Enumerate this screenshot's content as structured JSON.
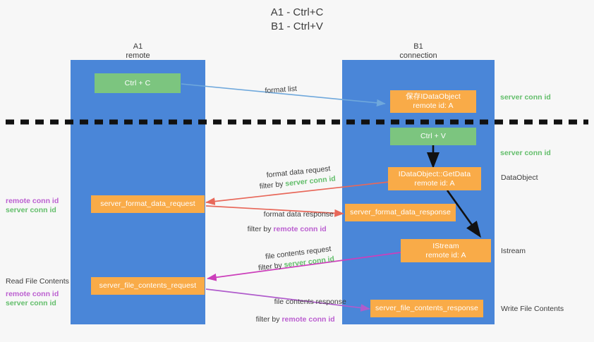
{
  "title": "A1 - Ctrl+C\nB1 - Ctrl+V",
  "lanes": [
    {
      "name": "A1",
      "sub": "remote",
      "header": "A1\nremote"
    },
    {
      "name": "B1",
      "sub": "connection",
      "header": "B1\nconnection"
    }
  ],
  "colors": {
    "lane": "#4a86d8",
    "orange": "#f9ab48",
    "green_box": "#7cc57f",
    "green_text": "#63be6b",
    "purple_text": "#bb5fd0",
    "dark_text": "#3c3c3c",
    "arrow_blue": "#6fa8dc",
    "arrow_red": "#e8685a",
    "arrow_magenta": "#cc3fbb",
    "arrow_purple": "#b05ccc",
    "arrow_black": "#000000",
    "background": "#f7f7f7"
  },
  "boxes": {
    "ctrl_c": {
      "label": "Ctrl + C",
      "style": "green"
    },
    "ctrl_v": {
      "label": "Ctrl + V",
      "style": "green"
    },
    "save_idataobject": {
      "line1": "保存IDataObject",
      "line2": "remote id: A",
      "style": "orange"
    },
    "getdata": {
      "line1": "IDataObject::GetData",
      "line2": "remote id: A",
      "style": "orange"
    },
    "istream": {
      "line1": "IStream",
      "line2": "remote id: A",
      "style": "orange"
    },
    "server_format_data_request": {
      "label": "server_format_data_request",
      "style": "orange"
    },
    "server_format_data_response": {
      "label": "server_format_data_response",
      "style": "orange"
    },
    "server_file_contents_request": {
      "label": "server_file_contents_request",
      "style": "orange"
    },
    "server_file_contents_response": {
      "label": "server_file_contents_response",
      "style": "orange"
    }
  },
  "arrow_labels": {
    "format_list": "format list",
    "format_data_request": "format data request",
    "format_data_request_filter_prefix": "filter by ",
    "format_data_request_filter_value": "server conn id",
    "format_data_response": "format data response",
    "format_data_response_filter_prefix": "filter by ",
    "format_data_response_filter_value": "remote conn id",
    "file_contents_request": "file contents request",
    "file_contents_request_filter_prefix": "filter by ",
    "file_contents_request_filter_value": "server conn id",
    "file_contents_response": "file contents response",
    "file_contents_response_filter_prefix": "filter by ",
    "file_contents_response_filter_value": "remote conn id"
  },
  "right_labels": {
    "server_conn_id_top": "server conn id",
    "server_conn_id_mid": "server conn id",
    "dataobject": "DataObject",
    "istream": "Istream",
    "write_file_contents": "Write File Contents"
  },
  "left_labels": {
    "remote_conn_id_upper": "remote conn id",
    "server_conn_id_upper": "server conn id",
    "read_file_contents": "Read File Contents",
    "remote_conn_id_lower": "remote conn id",
    "server_conn_id_lower": "server conn id"
  }
}
